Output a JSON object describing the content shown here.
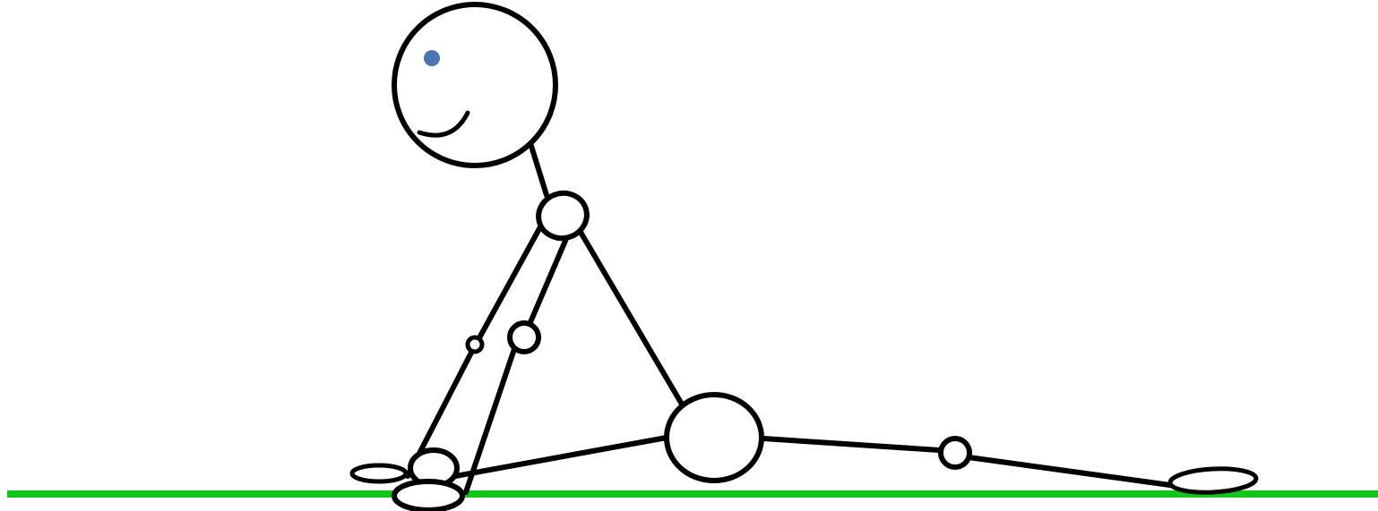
{
  "diagram": {
    "colors": {
      "background": "#ffffff",
      "line": "#000000",
      "ground": "#11c61a",
      "eye": "#4b73b1"
    },
    "parts": [
      "ground-line",
      "head",
      "eye",
      "smile",
      "neck",
      "torso",
      "left-arm",
      "right-arm",
      "left-leg",
      "right-leg",
      "left-foot",
      "right-foot"
    ]
  }
}
